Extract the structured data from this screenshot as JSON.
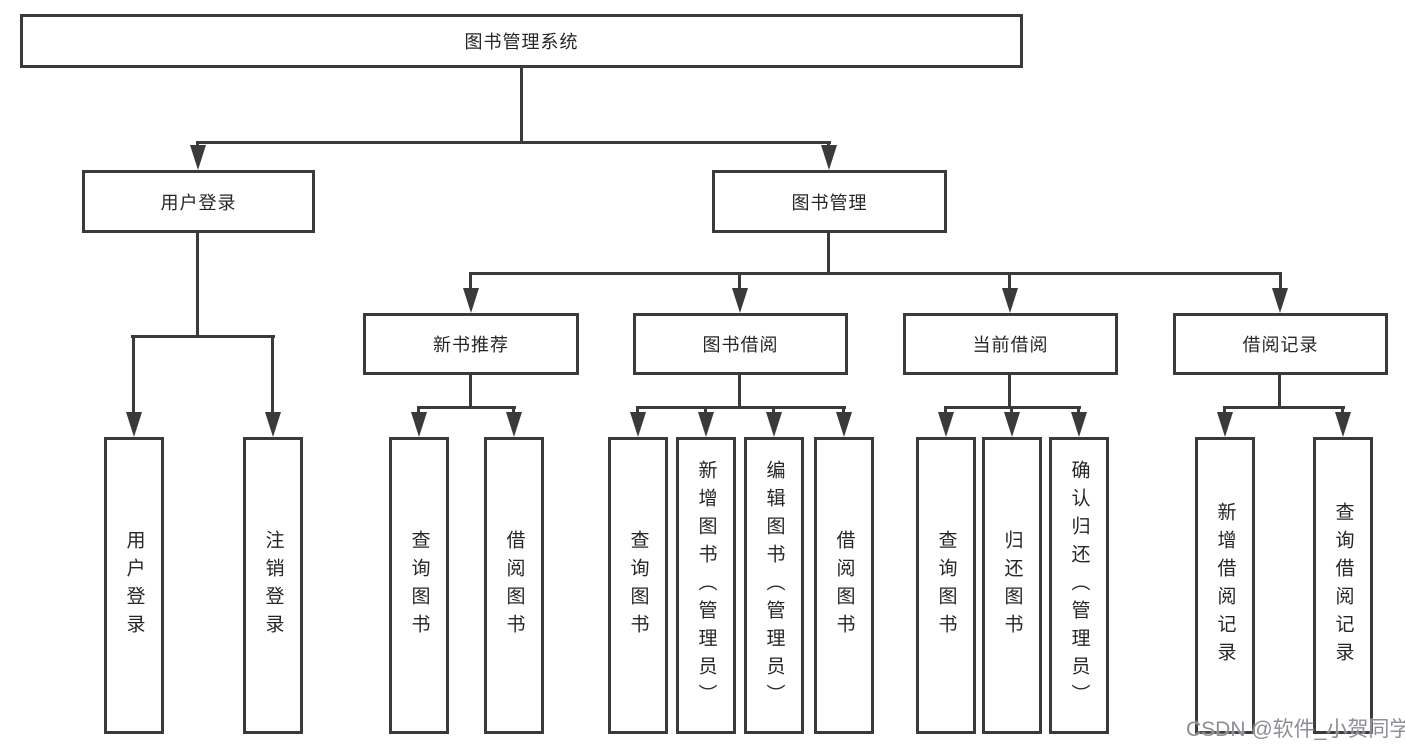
{
  "diagram": {
    "root": {
      "label": "图书管理系统"
    },
    "level2": {
      "user_login": {
        "label": "用户登录"
      },
      "book_mgmt": {
        "label": "图书管理"
      }
    },
    "level3": {
      "new_book": {
        "label": "新书推荐"
      },
      "borrow": {
        "label": "图书借阅"
      },
      "current": {
        "label": "当前借阅"
      },
      "record": {
        "label": "借阅记录"
      }
    },
    "leaves": {
      "login_user": {
        "label": "用户登录"
      },
      "login_logout": {
        "label": "注销登录"
      },
      "newbook_query": {
        "label": "查询图书"
      },
      "newbook_borrow": {
        "label": "借阅图书"
      },
      "borrow_query": {
        "label": "查询图书"
      },
      "borrow_add_admin": {
        "label": "新增图书（管理员）"
      },
      "borrow_edit_admin": {
        "label": "编辑图书（管理员）"
      },
      "borrow_borrow": {
        "label": "借阅图书"
      },
      "current_query": {
        "label": "查询图书"
      },
      "current_return": {
        "label": "归还图书"
      },
      "current_confirm_admin": {
        "label": "确认归还（管理员）"
      },
      "record_add": {
        "label": "新增借阅记录"
      },
      "record_query": {
        "label": "查询借阅记录"
      }
    }
  },
  "watermark": {
    "text": "CSDN @软件_小贺同学"
  },
  "colors": {
    "line": "#3a3a3a",
    "text": "#262626",
    "watermark": "#8e8f94",
    "background": "#ffffff"
  }
}
